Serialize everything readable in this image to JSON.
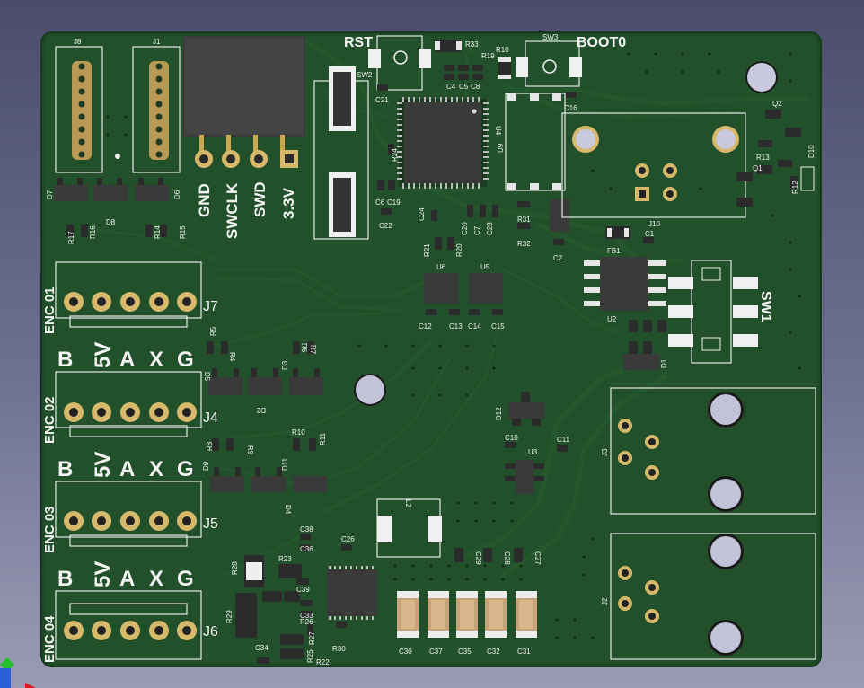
{
  "board": {
    "colors": {
      "board": "#1f4a26",
      "trace": "#24582c",
      "silk": "#f2f2f2",
      "pad": "#c9b07a",
      "ic": "#3a3a3a"
    }
  },
  "buttons": {
    "rst_label": "RST",
    "boot_label": "BOOT0",
    "sw2": "SW2",
    "sw3": "SW3",
    "sw1": "SW1"
  },
  "swd_header": {
    "pins": [
      "GND",
      "SWCLK",
      "SWD",
      "3.3V"
    ]
  },
  "connectors_top": [
    "J8",
    "J1"
  ],
  "encoders": [
    {
      "name": "ENC 01",
      "ref": "J7",
      "pins": [
        "B",
        "5V",
        "A",
        "X",
        "G"
      ]
    },
    {
      "name": "ENC 02",
      "ref": "J4",
      "pins": [
        "B",
        "5V",
        "A",
        "X",
        "G"
      ]
    },
    {
      "name": "ENC 03",
      "ref": "J5",
      "pins": [
        "B",
        "5V",
        "A",
        "X",
        "G"
      ]
    },
    {
      "name": "ENC 04",
      "ref": "J6",
      "pins": [
        "B",
        "5V",
        "A",
        "X",
        "G"
      ]
    }
  ],
  "ref_designators": {
    "R33": "R33",
    "R19": "R19",
    "R10_top": "R10",
    "C21": "C21",
    "C4": "C4",
    "C5": "C5",
    "C8": "C8",
    "C16": "C16",
    "U4": "U4",
    "U9": "U9",
    "R24": "R24",
    "C6": "C6",
    "C19": "C19",
    "C22": "C22",
    "C24": "C24",
    "C20": "C20",
    "C7": "C7",
    "C23": "C23",
    "R31": "R31",
    "R32": "R32",
    "C2": "C2",
    "C1": "C1",
    "J10": "J10",
    "Q2": "Q2",
    "Q1": "Q1",
    "R13": "R13",
    "R12": "R12",
    "D10": "D10",
    "FB1": "FB1",
    "U2": "U2",
    "D1": "D1",
    "R21": "R21",
    "R20": "R20",
    "U6": "U6",
    "U5": "U5",
    "C12": "C12",
    "C13": "C13",
    "C14": "C14",
    "C15": "C15",
    "D7": "D7",
    "D8": "D8",
    "D6": "D6",
    "R17": "R17",
    "R16": "R16",
    "R14": "R14",
    "R15": "R15",
    "R5": "R5",
    "R4": "R4",
    "R7": "R7",
    "R6": "R6",
    "D5": "D5",
    "D2": "D2",
    "D3": "D3",
    "R8": "R8",
    "R9": "R9",
    "R10": "R10",
    "R11": "R11",
    "D9": "D9",
    "D11": "D11",
    "D4": "D4",
    "D12": "D12",
    "C10": "C10",
    "C11": "C11",
    "U3": "U3",
    "J3": "J3",
    "J2": "J2",
    "L2": "L2",
    "C38": "C38",
    "C36": "C36",
    "C26": "C26",
    "R23": "R23",
    "R28": "R28",
    "C39": "C39",
    "C33": "C33",
    "R26": "R26",
    "R29": "R29",
    "C34": "C34",
    "R27": "R27",
    "R25": "R25",
    "R22": "R22",
    "R30": "R30",
    "C29": "C29",
    "C28": "C28",
    "C27": "C27",
    "C30": "C30",
    "C37": "C37",
    "C35": "C35",
    "C32": "C32",
    "C31": "C31"
  }
}
